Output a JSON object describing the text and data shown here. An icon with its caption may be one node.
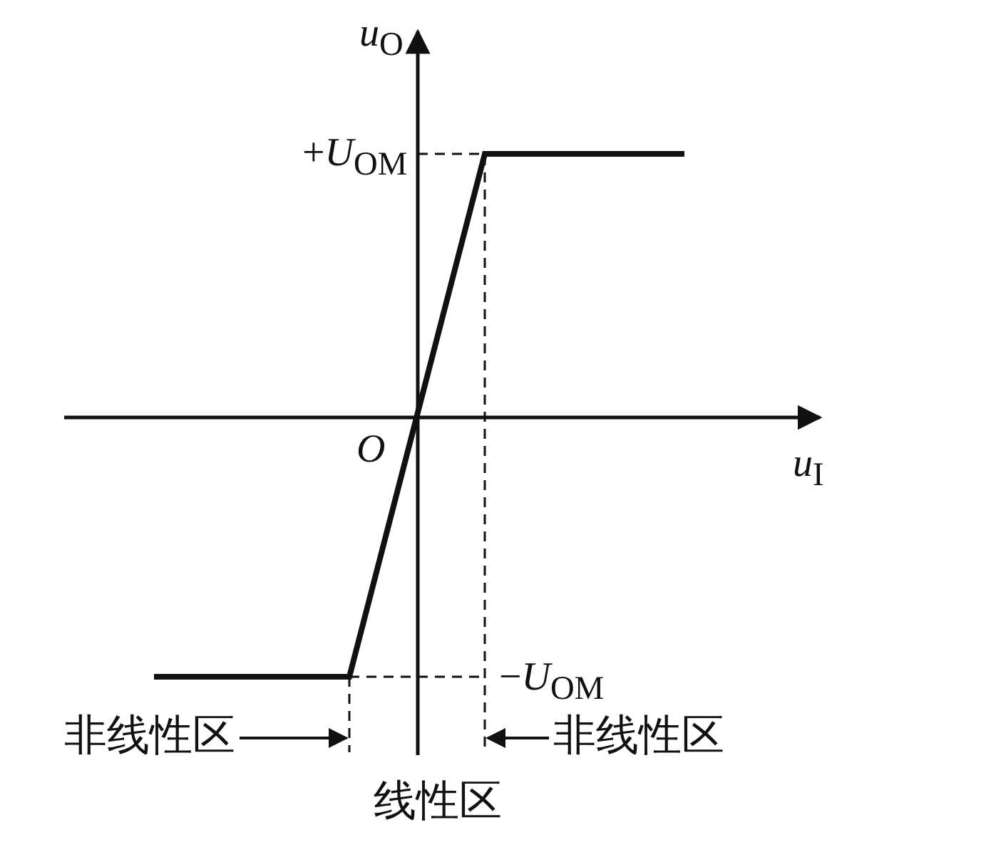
{
  "diagram": {
    "nodes": [
      {
        "text": [
          "非线性区"
        ]
      },
      {
        "text": [
          "非线性区"
        ]
      }
    ],
    "edges": [
      {
        "from": 0,
        "to": null,
        "arrow": "to"
      },
      {
        "from": 1,
        "to": null,
        "arrow": "to"
      }
    ],
    "labels": [
      "*u*$_{O}$",
      "+*U*$_{OM}$",
      "*O*",
      "*u*$_{I}$",
      "−*U*$_{OM}$",
      "线性区"
    ]
  }
}
